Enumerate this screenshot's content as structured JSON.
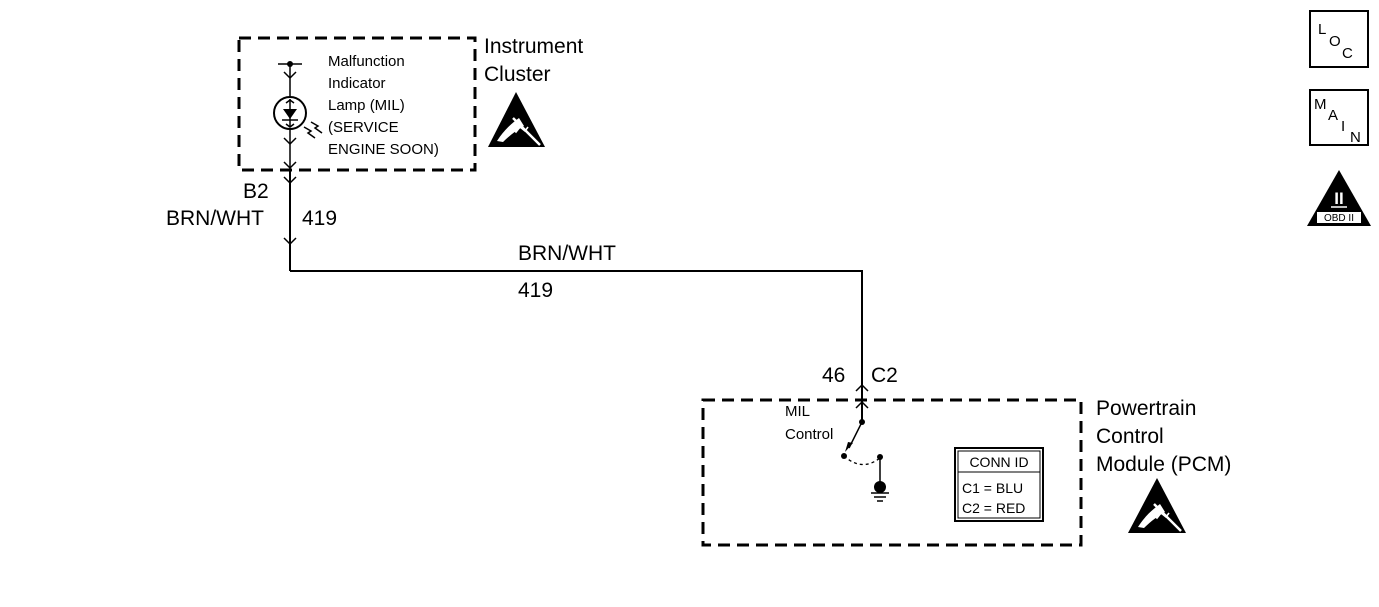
{
  "instrument_cluster": {
    "label_line1": "Instrument",
    "label_line2": "Cluster",
    "lamp_label": [
      "Malfunction",
      "Indicator",
      "Lamp (MIL)",
      "(SERVICE",
      "ENGINE SOON)"
    ]
  },
  "cluster_connector": {
    "pin": "B2",
    "wire_color": "BRN/WHT",
    "circuit": "419"
  },
  "main_wire": {
    "wire_color": "BRN/WHT",
    "circuit": "419"
  },
  "pcm_connector": {
    "pin": "46",
    "connector": "C2"
  },
  "pcm": {
    "label_line1": "Powertrain",
    "label_line2": "Control",
    "label_line3": "Module (PCM)",
    "switch_label_line1": "MIL",
    "switch_label_line2": "Control"
  },
  "conn_id": {
    "title": "CONN ID",
    "rows": [
      "C1 = BLU",
      "C2 = RED"
    ]
  },
  "legend": {
    "loc": [
      "L",
      "O",
      "C"
    ],
    "main": [
      "M",
      "A",
      "I",
      "N"
    ],
    "obd_numeral": "II",
    "obd_text": "OBD II"
  }
}
